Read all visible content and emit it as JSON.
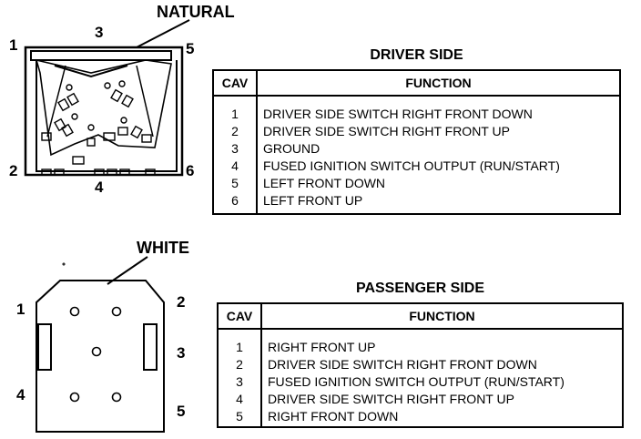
{
  "driver": {
    "connector_color": "NATURAL",
    "pins": {
      "p1": "1",
      "p2": "2",
      "p3": "3",
      "p4": "4",
      "p5": "5",
      "p6": "6"
    },
    "table": {
      "title": "DRIVER SIDE",
      "header_cav": "CAV",
      "header_function": "FUNCTION",
      "rows": [
        {
          "cav": "1",
          "function": "DRIVER SIDE SWITCH RIGHT FRONT DOWN"
        },
        {
          "cav": "2",
          "function": "DRIVER SIDE SWITCH RIGHT FRONT UP"
        },
        {
          "cav": "3",
          "function": "GROUND"
        },
        {
          "cav": "4",
          "function": "FUSED IGNITION SWITCH OUTPUT (RUN/START)"
        },
        {
          "cav": "5",
          "function": "LEFT FRONT DOWN"
        },
        {
          "cav": "6",
          "function": "LEFT FRONT UP"
        }
      ]
    }
  },
  "passenger": {
    "connector_color": "WHITE",
    "pins": {
      "p1": "1",
      "p2": "2",
      "p3": "3",
      "p4": "4",
      "p5": "5"
    },
    "table": {
      "title": "PASSENGER SIDE",
      "header_cav": "CAV",
      "header_function": "FUNCTION",
      "rows": [
        {
          "cav": "1",
          "function": "RIGHT FRONT UP"
        },
        {
          "cav": "2",
          "function": "DRIVER SIDE SWITCH RIGHT FRONT DOWN"
        },
        {
          "cav": "3",
          "function": "FUSED IGNITION SWITCH OUTPUT (RUN/START)"
        },
        {
          "cav": "4",
          "function": "DRIVER SIDE SWITCH RIGHT FRONT UP"
        },
        {
          "cav": "5",
          "function": "RIGHT FRONT DOWN"
        }
      ]
    }
  }
}
